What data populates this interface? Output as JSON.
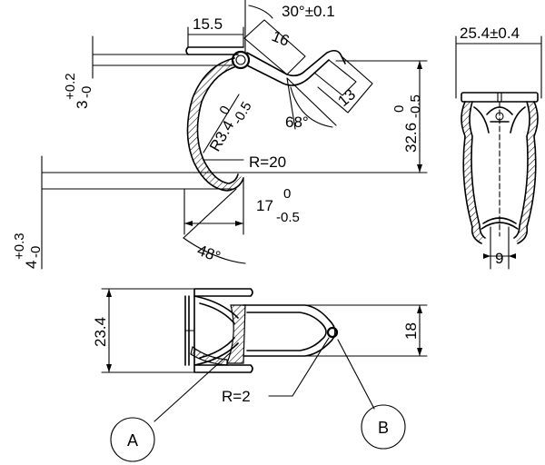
{
  "side_view": {
    "dim_top_width": "15.5",
    "dim_angle_top": "30°±0.1",
    "dim_tab_len": "16",
    "dim_tab_width": "13",
    "dim_angle_68": "68°",
    "dim_bend_radius": "R3.4",
    "dim_bend_radius_tol_upper": "0",
    "dim_bend_radius_tol_lower": "-0.5",
    "dim_radius_20": "R=20",
    "dim_height": "32.6",
    "dim_height_tol_upper": "0",
    "dim_height_tol_lower": "-0.5",
    "dim_left_upper": "3",
    "dim_left_upper_tol_upper": "+0.2",
    "dim_left_upper_tol_lower": "-0",
    "dim_left_lower": "4",
    "dim_left_lower_tol_upper": "+0.3",
    "dim_left_lower_tol_lower": "-0",
    "dim_hook_width": "17",
    "dim_hook_width_tol_upper": "0",
    "dim_hook_width_tol_lower": "-0.5",
    "dim_angle_48": "48°"
  },
  "end_view": {
    "dim_width": "25.4±0.4",
    "dim_inner": "9"
  },
  "plan_view": {
    "dim_height": "23.4",
    "dim_inner_height": "18",
    "dim_radius": "R=2",
    "callout_a": "A",
    "callout_b": "B"
  }
}
